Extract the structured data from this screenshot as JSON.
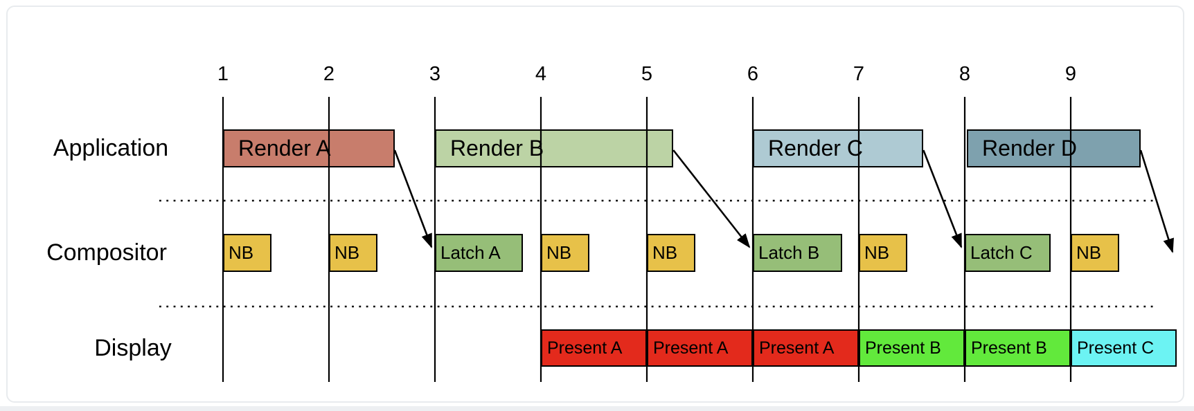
{
  "lanes": [
    {
      "label": "Application"
    },
    {
      "label": "Compositor"
    },
    {
      "label": "Display"
    }
  ],
  "ticks": [
    "1",
    "2",
    "3",
    "4",
    "5",
    "6",
    "7",
    "8",
    "9"
  ],
  "colors": {
    "box_border": "#000000",
    "line": "#000000",
    "card_background": "#ffffff",
    "card_border": "#e8ebee",
    "page_edge": "#edeff2",
    "render_a": "#c87d6c",
    "render_b": "#bcd3a5",
    "render_c": "#aecad3",
    "render_d": "#7ea1ae",
    "nb": "#e7c149",
    "latch": "#96be78",
    "present_a": "#e32a1c",
    "present_b": "#62e93c",
    "present_c": "#6cf3f3"
  },
  "rows": {
    "application": [
      {
        "label": "Render A",
        "start": 1.0,
        "end": 2.62,
        "fill": "#c87d6c"
      },
      {
        "label": "Render B",
        "start": 3.0,
        "end": 5.25,
        "fill": "#bcd3a5"
      },
      {
        "label": "Render C",
        "start": 6.0,
        "end": 7.61,
        "fill": "#aecad3"
      },
      {
        "label": "Render D",
        "start": 8.02,
        "end": 9.66,
        "fill": "#7ea1ae"
      }
    ],
    "compositor": [
      {
        "label": "NB",
        "start": 1.0,
        "end": 1.46,
        "fill": "#e7c149"
      },
      {
        "label": "NB",
        "start": 2.0,
        "end": 2.46,
        "fill": "#e7c149"
      },
      {
        "label": "Latch A",
        "start": 3.0,
        "end": 3.83,
        "fill": "#96be78"
      },
      {
        "label": "NB",
        "start": 4.0,
        "end": 4.46,
        "fill": "#e7c149"
      },
      {
        "label": "NB",
        "start": 5.0,
        "end": 5.46,
        "fill": "#e7c149"
      },
      {
        "label": "Latch B",
        "start": 6.0,
        "end": 6.84,
        "fill": "#96be78"
      },
      {
        "label": "NB",
        "start": 7.0,
        "end": 7.46,
        "fill": "#e7c149"
      },
      {
        "label": "Latch C",
        "start": 8.0,
        "end": 8.81,
        "fill": "#96be78"
      },
      {
        "label": "NB",
        "start": 9.0,
        "end": 9.46,
        "fill": "#e7c149"
      }
    ],
    "display": [
      {
        "label": "Present A",
        "start": 4,
        "end": 5,
        "fill": "#e32a1c"
      },
      {
        "label": "Present A",
        "start": 5,
        "end": 6,
        "fill": "#e32a1c"
      },
      {
        "label": "Present A",
        "start": 6,
        "end": 7,
        "fill": "#e32a1c"
      },
      {
        "label": "Present B",
        "start": 7,
        "end": 8,
        "fill": "#62e93c"
      },
      {
        "label": "Present B",
        "start": 8,
        "end": 9,
        "fill": "#62e93c"
      },
      {
        "label": "Present C",
        "start": 9,
        "end": 10,
        "fill": "#6cf3f3"
      }
    ]
  },
  "arrows": [
    {
      "from": "Render A",
      "to": "Latch A"
    },
    {
      "from": "Render B",
      "to": "Latch B"
    },
    {
      "from": "Render C",
      "to": "Latch C"
    },
    {
      "from": "Render D",
      "to": null
    }
  ]
}
